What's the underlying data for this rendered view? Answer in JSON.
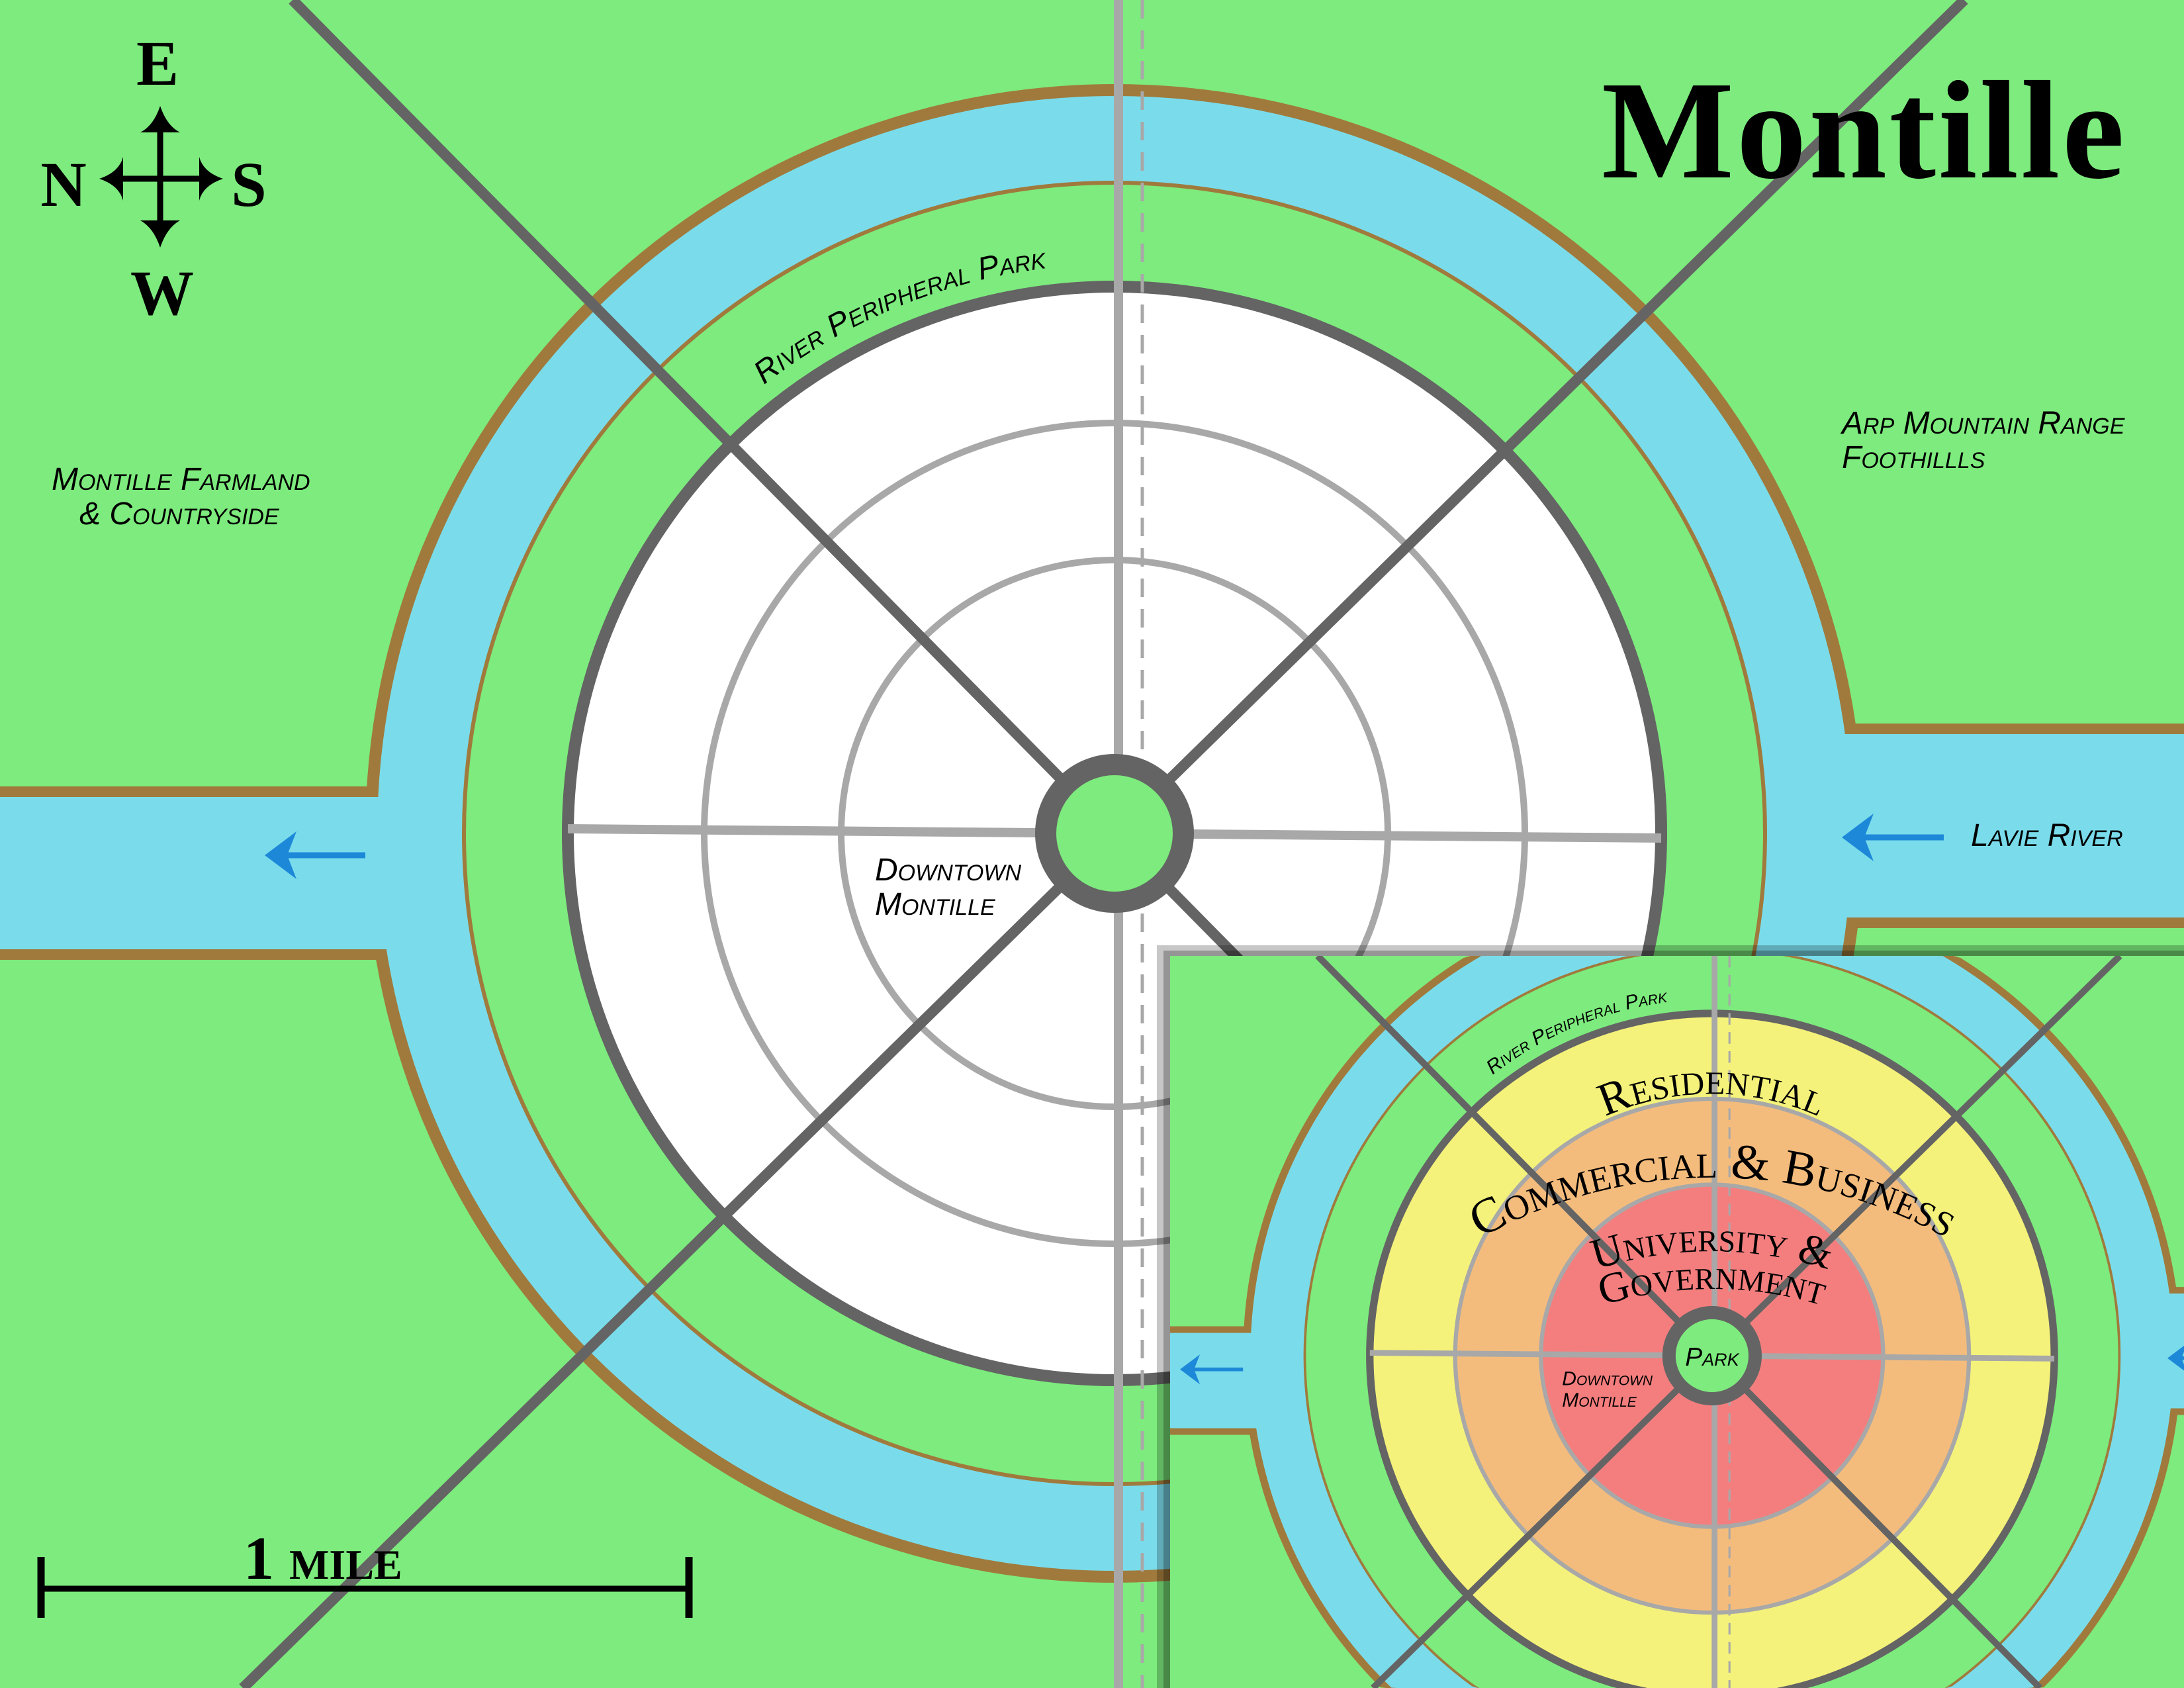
{
  "map": {
    "title": "Montille",
    "compass": {
      "top": "E",
      "left": "N",
      "right": "S",
      "bottom": "W"
    },
    "scale_label": "1 mile",
    "labels": {
      "farmland_line1": "Montille Farmland",
      "farmland_line2": "& Countryside",
      "arp_line1": "Arp Mountain Range",
      "arp_line2": "Foothillls",
      "river": "Lavie River",
      "park_ring": "River Peripheral Park",
      "downtown_line1": "Downtown",
      "downtown_line2": "Montille"
    }
  },
  "inset": {
    "zones": {
      "residential": "Residential",
      "commercial": "Commercial & Business",
      "university_line1": "University &",
      "university_line2": "Government",
      "park": "Park"
    }
  },
  "colors": {
    "land": "#7DEB7D",
    "river": "#7ADCEB",
    "bank": "#A07A3C",
    "main_road": "#646464",
    "minor_road": "#A8A8A8",
    "flow_arrow": "#1E88D8",
    "city_blank": "#FFFFFF",
    "residential": "#F4F27A",
    "commercial": "#F4BC7C",
    "university": "#F47E7E",
    "ink": "#000000"
  }
}
